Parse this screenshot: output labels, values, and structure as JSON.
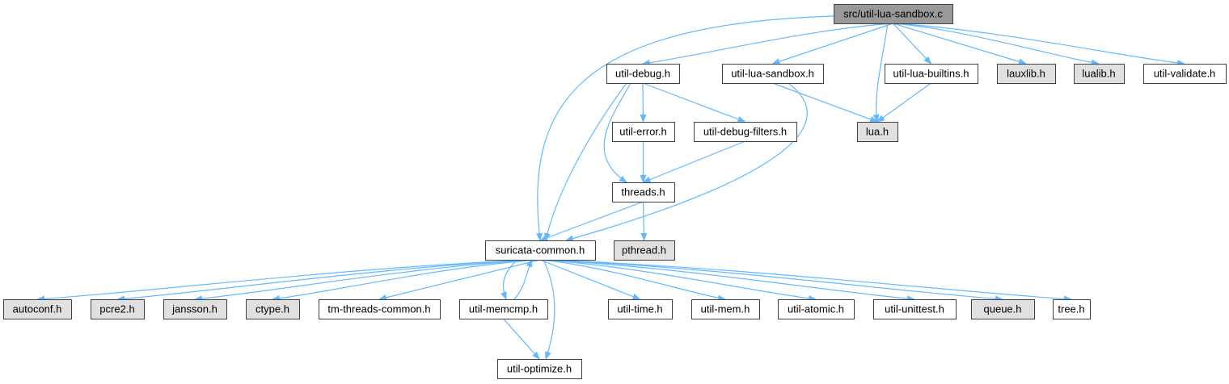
{
  "colors": {
    "edge": "#63b8ff",
    "root_fill": "#999999",
    "node_fill": "#ffffff",
    "external_fill": "#e0e0e0",
    "border": "#404040"
  },
  "nodes": [
    {
      "id": "root",
      "label": "src/util-lua-sandbox.c",
      "kind": "root"
    },
    {
      "id": "util_debug",
      "label": "util-debug.h",
      "kind": "local"
    },
    {
      "id": "util_lua_sandbox_h",
      "label": "util-lua-sandbox.h",
      "kind": "local"
    },
    {
      "id": "util_lua_builtins",
      "label": "util-lua-builtins.h",
      "kind": "local"
    },
    {
      "id": "lauxlib",
      "label": "lauxlib.h",
      "kind": "external"
    },
    {
      "id": "lualib",
      "label": "lualib.h",
      "kind": "external"
    },
    {
      "id": "util_validate",
      "label": "util-validate.h",
      "kind": "local"
    },
    {
      "id": "util_error",
      "label": "util-error.h",
      "kind": "local"
    },
    {
      "id": "util_debug_filters",
      "label": "util-debug-filters.h",
      "kind": "local"
    },
    {
      "id": "lua",
      "label": "lua.h",
      "kind": "external"
    },
    {
      "id": "threads",
      "label": "threads.h",
      "kind": "local"
    },
    {
      "id": "suricata_common",
      "label": "suricata-common.h",
      "kind": "local"
    },
    {
      "id": "pthread",
      "label": "pthread.h",
      "kind": "external"
    },
    {
      "id": "autoconf",
      "label": "autoconf.h",
      "kind": "external"
    },
    {
      "id": "pcre2",
      "label": "pcre2.h",
      "kind": "external"
    },
    {
      "id": "jansson",
      "label": "jansson.h",
      "kind": "external"
    },
    {
      "id": "ctype",
      "label": "ctype.h",
      "kind": "external"
    },
    {
      "id": "tm_threads_common",
      "label": "tm-threads-common.h",
      "kind": "local"
    },
    {
      "id": "util_memcmp",
      "label": "util-memcmp.h",
      "kind": "local"
    },
    {
      "id": "util_time",
      "label": "util-time.h",
      "kind": "local"
    },
    {
      "id": "util_mem",
      "label": "util-mem.h",
      "kind": "local"
    },
    {
      "id": "util_atomic",
      "label": "util-atomic.h",
      "kind": "local"
    },
    {
      "id": "util_unittest",
      "label": "util-unittest.h",
      "kind": "local"
    },
    {
      "id": "queue",
      "label": "queue.h",
      "kind": "external"
    },
    {
      "id": "tree",
      "label": "tree.h",
      "kind": "local"
    },
    {
      "id": "util_optimize",
      "label": "util-optimize.h",
      "kind": "local"
    }
  ],
  "edges": [
    [
      "root",
      "suricata_common"
    ],
    [
      "root",
      "util_debug"
    ],
    [
      "root",
      "util_lua_sandbox_h"
    ],
    [
      "root",
      "lua"
    ],
    [
      "root",
      "util_lua_builtins"
    ],
    [
      "root",
      "lauxlib"
    ],
    [
      "root",
      "lualib"
    ],
    [
      "root",
      "util_validate"
    ],
    [
      "util_debug",
      "util_error"
    ],
    [
      "util_debug",
      "util_debug_filters"
    ],
    [
      "util_debug",
      "threads"
    ],
    [
      "util_debug",
      "suricata_common"
    ],
    [
      "util_error",
      "threads"
    ],
    [
      "util_debug_filters",
      "threads"
    ],
    [
      "threads",
      "suricata_common"
    ],
    [
      "threads",
      "pthread"
    ],
    [
      "util_lua_sandbox_h",
      "lua"
    ],
    [
      "util_lua_sandbox_h",
      "suricata_common"
    ],
    [
      "util_lua_builtins",
      "lua"
    ],
    [
      "suricata_common",
      "autoconf"
    ],
    [
      "suricata_common",
      "pcre2"
    ],
    [
      "suricata_common",
      "jansson"
    ],
    [
      "suricata_common",
      "ctype"
    ],
    [
      "suricata_common",
      "tm_threads_common"
    ],
    [
      "suricata_common",
      "util_memcmp"
    ],
    [
      "suricata_common",
      "util_time"
    ],
    [
      "suricata_common",
      "util_mem"
    ],
    [
      "suricata_common",
      "util_atomic"
    ],
    [
      "suricata_common",
      "util_unittest"
    ],
    [
      "suricata_common",
      "queue"
    ],
    [
      "suricata_common",
      "tree"
    ],
    [
      "suricata_common",
      "util_optimize"
    ],
    [
      "util_memcmp",
      "suricata_common"
    ],
    [
      "util_memcmp",
      "util_optimize"
    ]
  ]
}
